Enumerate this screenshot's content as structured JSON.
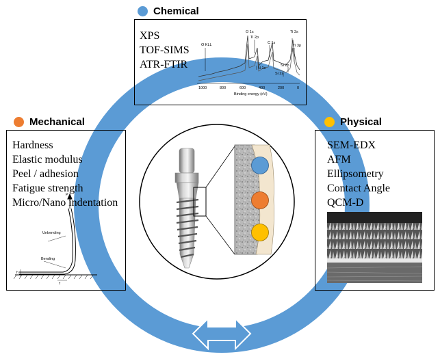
{
  "colors": {
    "ring": "#5b9bd5",
    "chemical": "#5b9bd5",
    "mechanical": "#ed7d31",
    "physical": "#ffc000"
  },
  "chemical": {
    "title": "Chemical",
    "methods": [
      "XPS",
      "TOF-SIMS",
      "ATR-FTIR"
    ],
    "spectrum": {
      "xlabel": "Binding energy (eV)",
      "ticks": [
        "1000",
        "800",
        "600",
        "400",
        "200",
        "0"
      ],
      "peaks": [
        "O KLL",
        "O 1s",
        "Ti 2p",
        "C 1s",
        "N 1s",
        "Si 2p",
        "Si 2s",
        "Ti 3s",
        "Ti 3p"
      ]
    }
  },
  "mechanical": {
    "title": "Mechanical",
    "methods": [
      "Hardness",
      "Elastic modulus",
      "Peel / adhesion",
      "Fatigue strength",
      "Micro/Nano indentation"
    ],
    "sketch": {
      "force": "P",
      "unbending": "Unbending",
      "bending": "Bending",
      "h": "h",
      "tau": "τ"
    }
  },
  "physical": {
    "title": "Physical",
    "methods": [
      "SEM-EDX",
      "AFM",
      "Ellipsometry",
      "Contact Angle",
      "QCM-D"
    ]
  },
  "center": {
    "icon": "dental-implant-icon",
    "layers": [
      "chemical-layer",
      "mechanical-layer",
      "physical-layer"
    ]
  }
}
